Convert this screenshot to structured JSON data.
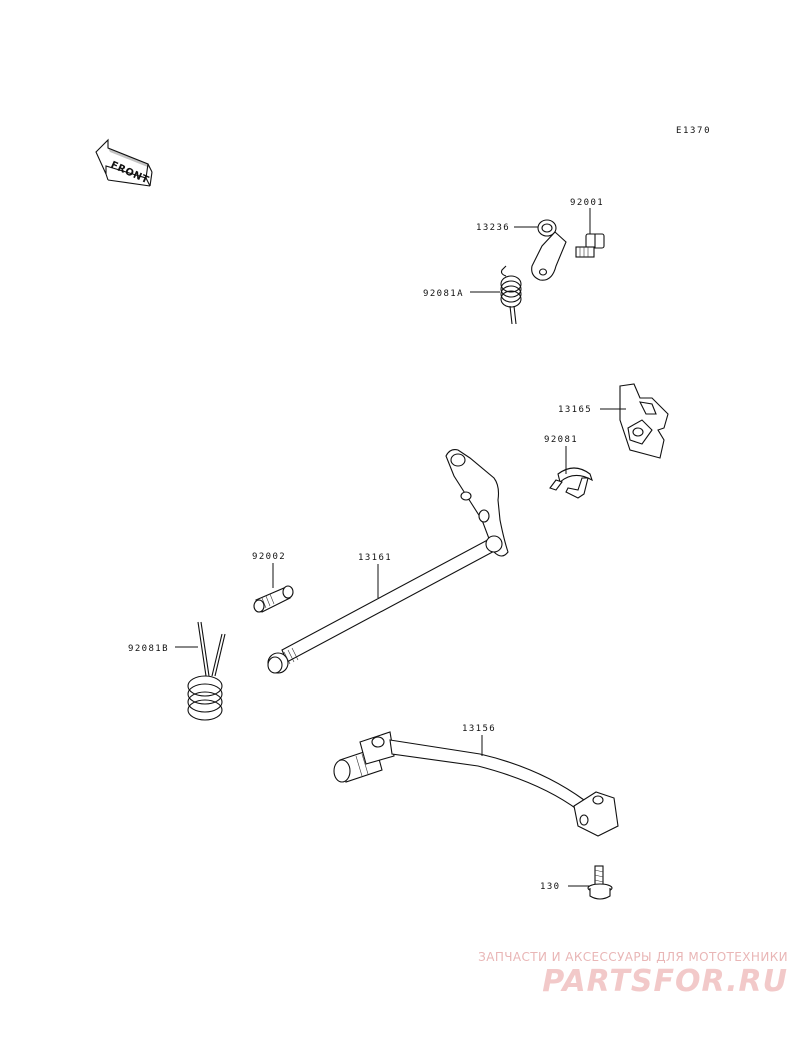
{
  "diagram": {
    "code": "E1370",
    "front_label": "FRONT",
    "parts": [
      {
        "id": "13236",
        "label": "13236"
      },
      {
        "id": "92001",
        "label": "92001"
      },
      {
        "id": "92081A",
        "label": "92081A"
      },
      {
        "id": "13165",
        "label": "13165"
      },
      {
        "id": "92081",
        "label": "92081"
      },
      {
        "id": "92002",
        "label": "92002"
      },
      {
        "id": "13161",
        "label": "13161"
      },
      {
        "id": "92081B",
        "label": "92081B"
      },
      {
        "id": "13156",
        "label": "13156"
      },
      {
        "id": "130",
        "label": "130"
      }
    ]
  },
  "watermark": {
    "caption": "ЗАПЧАСТИ И АКСЕССУАРЫ ДЛЯ МОТОТЕХНИКИ",
    "logo": "PARTSFOR.RU",
    "color": "#f2c9c9"
  }
}
